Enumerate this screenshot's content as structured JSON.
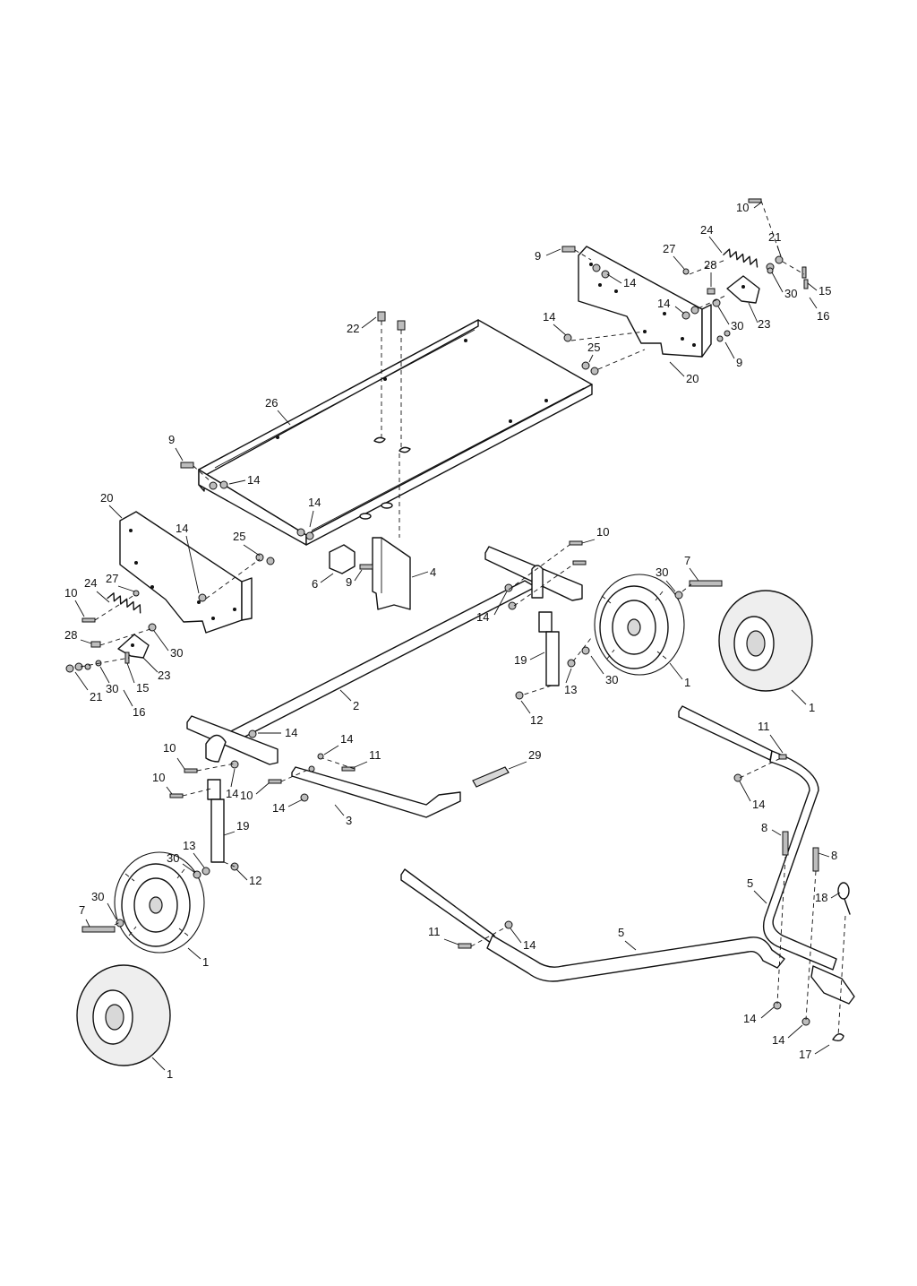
{
  "callouts": [
    {
      "id": "c10a",
      "text": "10"
    },
    {
      "id": "c24a",
      "text": "24"
    },
    {
      "id": "c21a",
      "text": "21"
    },
    {
      "id": "c27a",
      "text": "27"
    },
    {
      "id": "c28a",
      "text": "28"
    },
    {
      "id": "c15a",
      "text": "15"
    },
    {
      "id": "c30a",
      "text": "30"
    },
    {
      "id": "c23a",
      "text": "23"
    },
    {
      "id": "c16a",
      "text": "16"
    },
    {
      "id": "c30b",
      "text": "30"
    },
    {
      "id": "c9a",
      "text": "9"
    },
    {
      "id": "c14a",
      "text": "14"
    },
    {
      "id": "c14b",
      "text": "14"
    },
    {
      "id": "c14c",
      "text": "14"
    },
    {
      "id": "c25a",
      "text": "25"
    },
    {
      "id": "c20a",
      "text": "20"
    },
    {
      "id": "c9b",
      "text": "9"
    },
    {
      "id": "c22",
      "text": "22"
    },
    {
      "id": "c26",
      "text": "26"
    },
    {
      "id": "c9c",
      "text": "9"
    },
    {
      "id": "c14d",
      "text": "14"
    },
    {
      "id": "c14e",
      "text": "14"
    },
    {
      "id": "c20b",
      "text": "20"
    },
    {
      "id": "c14f",
      "text": "14"
    },
    {
      "id": "c25b",
      "text": "25"
    },
    {
      "id": "c24b",
      "text": "24"
    },
    {
      "id": "c27b",
      "text": "27"
    },
    {
      "id": "c10b",
      "text": "10"
    },
    {
      "id": "c28b",
      "text": "28"
    },
    {
      "id": "c30c",
      "text": "30"
    },
    {
      "id": "c23b",
      "text": "23"
    },
    {
      "id": "c21b",
      "text": "21"
    },
    {
      "id": "c30d",
      "text": "30"
    },
    {
      "id": "c15b",
      "text": "15"
    },
    {
      "id": "c16b",
      "text": "16"
    },
    {
      "id": "c6",
      "text": "6"
    },
    {
      "id": "c9d",
      "text": "9"
    },
    {
      "id": "c4",
      "text": "4"
    },
    {
      "id": "c10c",
      "text": "10"
    },
    {
      "id": "c7a",
      "text": "7"
    },
    {
      "id": "c30e",
      "text": "30"
    },
    {
      "id": "c14g",
      "text": "14"
    },
    {
      "id": "c19a",
      "text": "19"
    },
    {
      "id": "c13a",
      "text": "13"
    },
    {
      "id": "c30f",
      "text": "30"
    },
    {
      "id": "c1a",
      "text": "1"
    },
    {
      "id": "c1b",
      "text": "1"
    },
    {
      "id": "c12a",
      "text": "12"
    },
    {
      "id": "c2",
      "text": "2"
    },
    {
      "id": "c14h",
      "text": "14"
    },
    {
      "id": "c14i",
      "text": "14"
    },
    {
      "id": "c11a",
      "text": "11"
    },
    {
      "id": "c29",
      "text": "29"
    },
    {
      "id": "c11b",
      "text": "11"
    },
    {
      "id": "c14j",
      "text": "14"
    },
    {
      "id": "c10d",
      "text": "10"
    },
    {
      "id": "c10e",
      "text": "10"
    },
    {
      "id": "c14k",
      "text": "14"
    },
    {
      "id": "c10f",
      "text": "10"
    },
    {
      "id": "c19b",
      "text": "19"
    },
    {
      "id": "c14l",
      "text": "14"
    },
    {
      "id": "c3",
      "text": "3"
    },
    {
      "id": "c8a",
      "text": "8"
    },
    {
      "id": "c8b",
      "text": "8"
    },
    {
      "id": "c30g",
      "text": "30"
    },
    {
      "id": "c13b",
      "text": "13"
    },
    {
      "id": "c12b",
      "text": "12"
    },
    {
      "id": "c5a",
      "text": "5"
    },
    {
      "id": "c18",
      "text": "18"
    },
    {
      "id": "c30h",
      "text": "30"
    },
    {
      "id": "c7b",
      "text": "7"
    },
    {
      "id": "c11c",
      "text": "11"
    },
    {
      "id": "c14m",
      "text": "14"
    },
    {
      "id": "c5b",
      "text": "5"
    },
    {
      "id": "c1c",
      "text": "1"
    },
    {
      "id": "c14n",
      "text": "14"
    },
    {
      "id": "c14o",
      "text": "14"
    },
    {
      "id": "c17",
      "text": "17"
    },
    {
      "id": "c1d",
      "text": "1"
    }
  ]
}
